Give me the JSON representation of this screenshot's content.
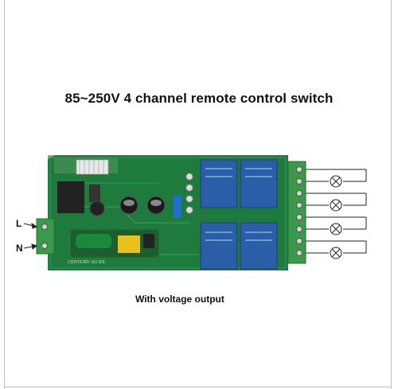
{
  "title": "85~250V 4 channel remote control switch",
  "caption": "With voltage output",
  "wire_labels": {
    "live": "L",
    "neutral": "N"
  },
  "board_print": "CENTURY AO KE",
  "colors": {
    "pcb": "#1f7a3e",
    "relay": "#2a5ea8",
    "terminal": "#3a9a4a",
    "background": "#ffffff"
  }
}
